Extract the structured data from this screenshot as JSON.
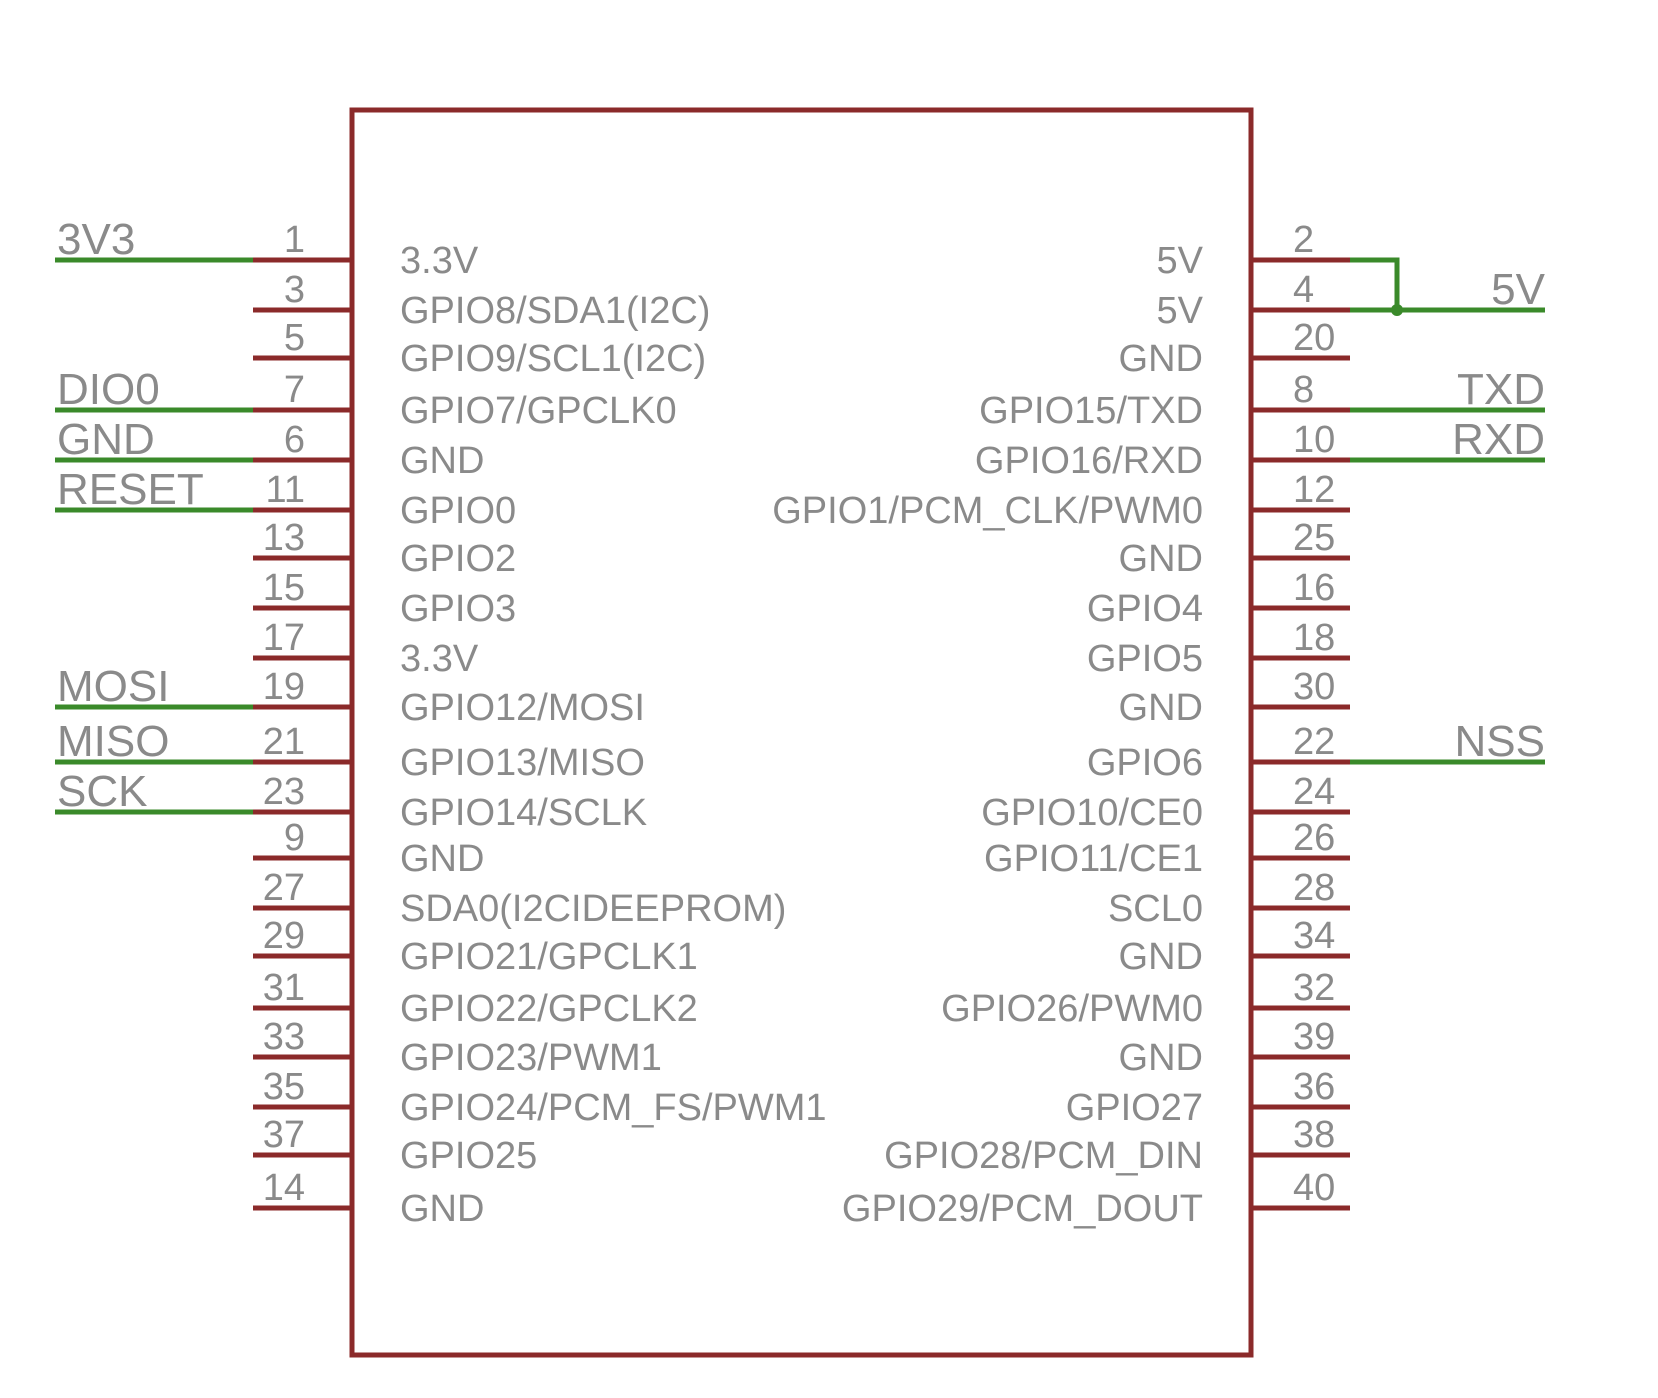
{
  "colors": {
    "pin": "#8b2a2a",
    "wire": "#3a8a2a",
    "text": "#8a8a8a",
    "background": "#ffffff"
  },
  "left_pins": [
    {
      "num": "1",
      "name": "3.3V"
    },
    {
      "num": "3",
      "name": "GPIO8/SDA1(I2C)"
    },
    {
      "num": "5",
      "name": "GPIO9/SCL1(I2C)"
    },
    {
      "num": "7",
      "name": "GPIO7/GPCLK0"
    },
    {
      "num": "6",
      "name": "GND"
    },
    {
      "num": "11",
      "name": "GPIO0"
    },
    {
      "num": "13",
      "name": "GPIO2"
    },
    {
      "num": "15",
      "name": "GPIO3"
    },
    {
      "num": "17",
      "name": "3.3V"
    },
    {
      "num": "19",
      "name": "GPIO12/MOSI"
    },
    {
      "num": "21",
      "name": "GPIO13/MISO"
    },
    {
      "num": "23",
      "name": "GPIO14/SCLK"
    },
    {
      "num": "9",
      "name": "GND"
    },
    {
      "num": "27",
      "name": "SDA0(I2CIDEEPROM)"
    },
    {
      "num": "29",
      "name": "GPIO21/GPCLK1"
    },
    {
      "num": "31",
      "name": "GPIO22/GPCLK2"
    },
    {
      "num": "33",
      "name": "GPIO23/PWM1"
    },
    {
      "num": "35",
      "name": "GPIO24/PCM_FS/PWM1"
    },
    {
      "num": "37",
      "name": "GPIO25"
    },
    {
      "num": "14",
      "name": "GND"
    }
  ],
  "right_pins": [
    {
      "num": "2",
      "name": "5V"
    },
    {
      "num": "4",
      "name": "5V"
    },
    {
      "num": "20",
      "name": "GND"
    },
    {
      "num": "8",
      "name": "GPIO15/TXD"
    },
    {
      "num": "10",
      "name": "GPIO16/RXD"
    },
    {
      "num": "12",
      "name": "GPIO1/PCM_CLK/PWM0"
    },
    {
      "num": "25",
      "name": "GND"
    },
    {
      "num": "16",
      "name": "GPIO4"
    },
    {
      "num": "18",
      "name": "GPIO5"
    },
    {
      "num": "30",
      "name": "GND"
    },
    {
      "num": "22",
      "name": "GPIO6"
    },
    {
      "num": "24",
      "name": "GPIO10/CE0"
    },
    {
      "num": "26",
      "name": "GPIO11/CE1"
    },
    {
      "num": "28",
      "name": "SCL0"
    },
    {
      "num": "34",
      "name": "GND"
    },
    {
      "num": "32",
      "name": "GPIO26/PWM0"
    },
    {
      "num": "39",
      "name": "GND"
    },
    {
      "num": "36",
      "name": "GPIO27"
    },
    {
      "num": "38",
      "name": "GPIO28/PCM_DIN"
    },
    {
      "num": "40",
      "name": "GPIO29/PCM_DOUT"
    }
  ],
  "left_nets": [
    {
      "pin": "1",
      "label": "3V3"
    },
    {
      "pin": "7",
      "label": "DIO0"
    },
    {
      "pin": "6",
      "label": "GND"
    },
    {
      "pin": "11",
      "label": "RESET"
    },
    {
      "pin": "19",
      "label": "MOSI"
    },
    {
      "pin": "21",
      "label": "MISO"
    },
    {
      "pin": "23",
      "label": "SCK"
    }
  ],
  "right_nets": [
    {
      "pin": "4",
      "label": "5V",
      "joins": "2"
    },
    {
      "pin": "8",
      "label": "TXD"
    },
    {
      "pin": "10",
      "label": "RXD"
    },
    {
      "pin": "22",
      "label": "NSS"
    }
  ]
}
